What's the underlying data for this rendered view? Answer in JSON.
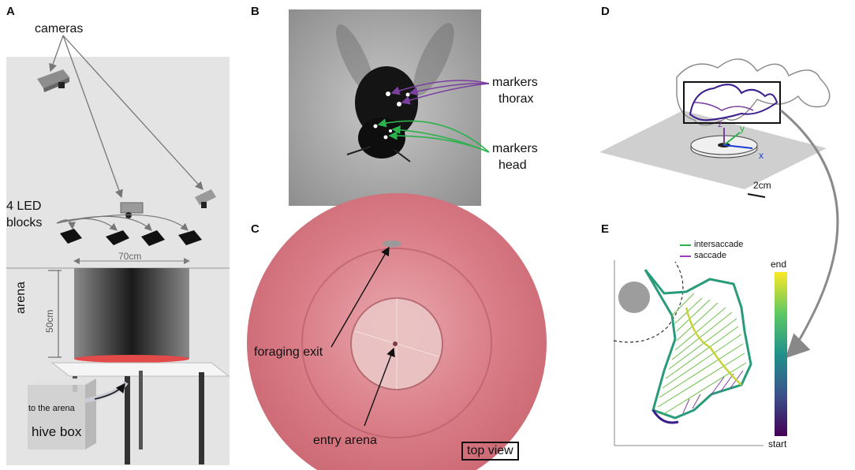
{
  "panels": {
    "a": "A",
    "b": "B",
    "c": "C",
    "d": "D",
    "e": "E"
  },
  "panel_a": {
    "cameras": "cameras",
    "led_line1": "4 LED",
    "led_line2": "blocks",
    "width": "70cm",
    "arena": "arena",
    "height": "50cm",
    "to_arena": "to the arena",
    "hive_box": "hive box"
  },
  "panel_b": {
    "markers_thorax_1": "markers",
    "markers_thorax_2": "thorax",
    "markers_head_1": "markers",
    "markers_head_2": "head",
    "thorax_color": "#7b3fa0",
    "head_color": "#2bb24c"
  },
  "panel_c": {
    "foraging_exit": "foraging exit",
    "entry_arena": "entry arena",
    "top_view": "top view"
  },
  "panel_d": {
    "z": "z",
    "y": "y",
    "x": "x",
    "scale": "2cm"
  },
  "panel_e": {
    "legend_intersaccade": "intersaccade",
    "legend_saccade": "saccade",
    "colorbar_end": "end",
    "colorbar_start": "start",
    "intersaccade_color": "#2bb24c",
    "saccade_color": "#9b3fbf"
  }
}
